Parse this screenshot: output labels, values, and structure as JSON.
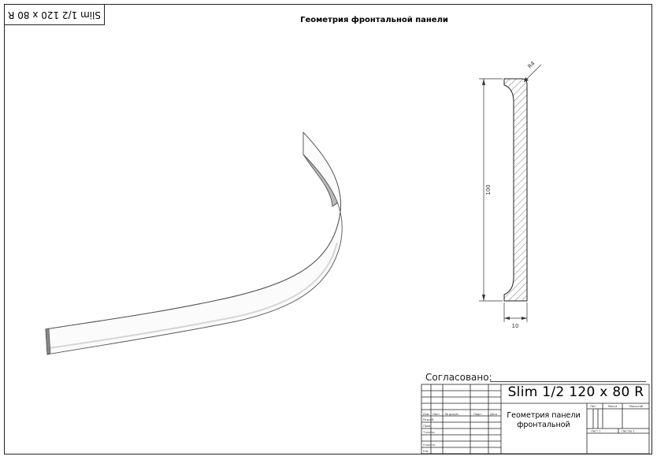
{
  "header": {
    "code_stamp": "Slim 1/2 120 x 80 R",
    "title": "Геометрия фронтальной панели"
  },
  "section": {
    "dim_radius": "R4",
    "dim_height": "100",
    "dim_width": "10"
  },
  "stamp": {
    "agreed_label": "Согласовано:"
  },
  "title_block": {
    "designation": "Slim 1/2 120 x 80 R",
    "description_line1": "Геометрия панели",
    "description_line2": "фронтальной",
    "col_headers": [
      "Изм.",
      "Лист",
      "№ докум.",
      "Подп.",
      "Дата"
    ],
    "row_labels": [
      "Разраб.",
      "Пров.",
      "Т.контр.",
      "Н.контр.",
      "Утв."
    ],
    "lit_label": "Лит.",
    "mass_label": "Масса",
    "scale_label": "Масштаб",
    "sheet_label": "Лист 1",
    "sheets_label": "Листов 1"
  }
}
